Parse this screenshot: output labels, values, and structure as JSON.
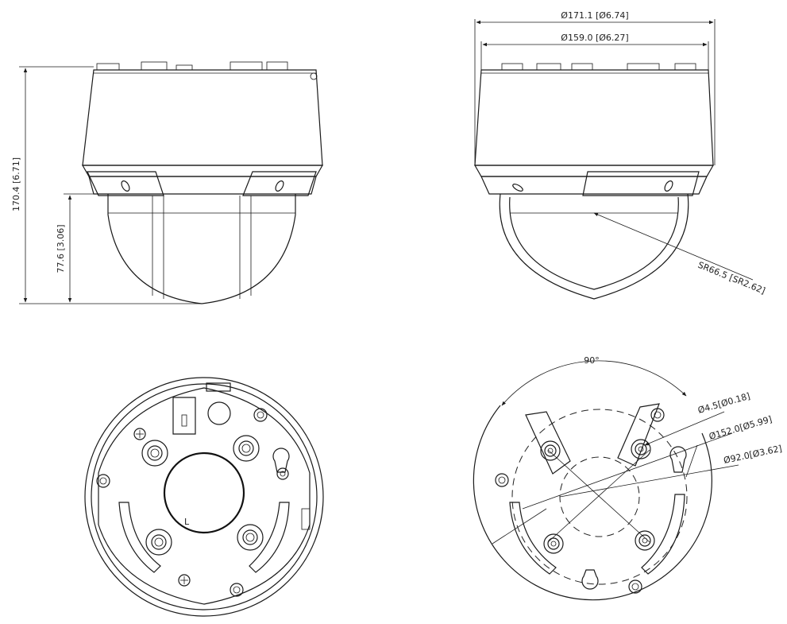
{
  "views": {
    "side_left": {
      "overall_height": "170.4 [6.71]",
      "dome_height": "77.6 [3.06]"
    },
    "side_right": {
      "outer_diameter": "Ø171.1 [Ø6.74]",
      "inner_diameter": "Ø159.0 [Ø6.27]",
      "sphere_radius": "SR66.5 [SR2.62]"
    },
    "bottom_right": {
      "angle": "90°",
      "screw_hole": "Ø4.5[Ø0.18]",
      "bolt_circle": "Ø152.0[Ø5.99]",
      "inner_circle": "Ø92.0[Ø3.62]"
    },
    "bottom_left": {
      "mark": "L"
    }
  }
}
